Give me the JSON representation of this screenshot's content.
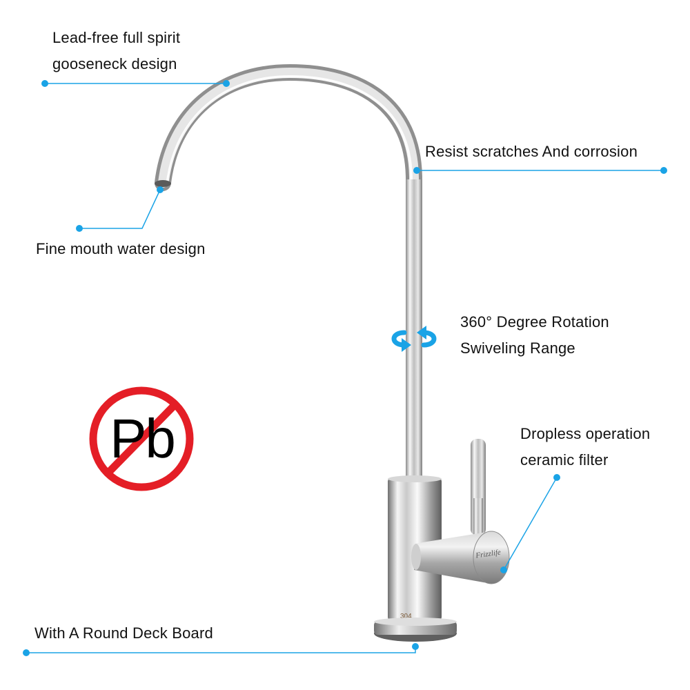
{
  "colors": {
    "callout": "#1aa3e6",
    "no_sign": "#e41e26",
    "chrome_light": "#f4f4f4",
    "chrome_dark": "#9a9a9a"
  },
  "callouts": {
    "gooseneck": {
      "line1": "Lead-free full spirit",
      "line2": "gooseneck design"
    },
    "scratch": {
      "text": "Resist scratches And corrosion"
    },
    "mouth": {
      "text": "Fine mouth water design"
    },
    "rotation": {
      "line1": "360° Degree Rotation",
      "line2": "Swiveling Range"
    },
    "dropless": {
      "line1": "Dropless operation",
      "line2": "ceramic filter"
    },
    "deck": {
      "text": "With A Round Deck Board"
    }
  },
  "lead_free_badge": {
    "symbol": "Pb",
    "icon": "no-lead-icon"
  },
  "product": {
    "brand_mark": "Frizzlife",
    "material_mark": "304"
  }
}
